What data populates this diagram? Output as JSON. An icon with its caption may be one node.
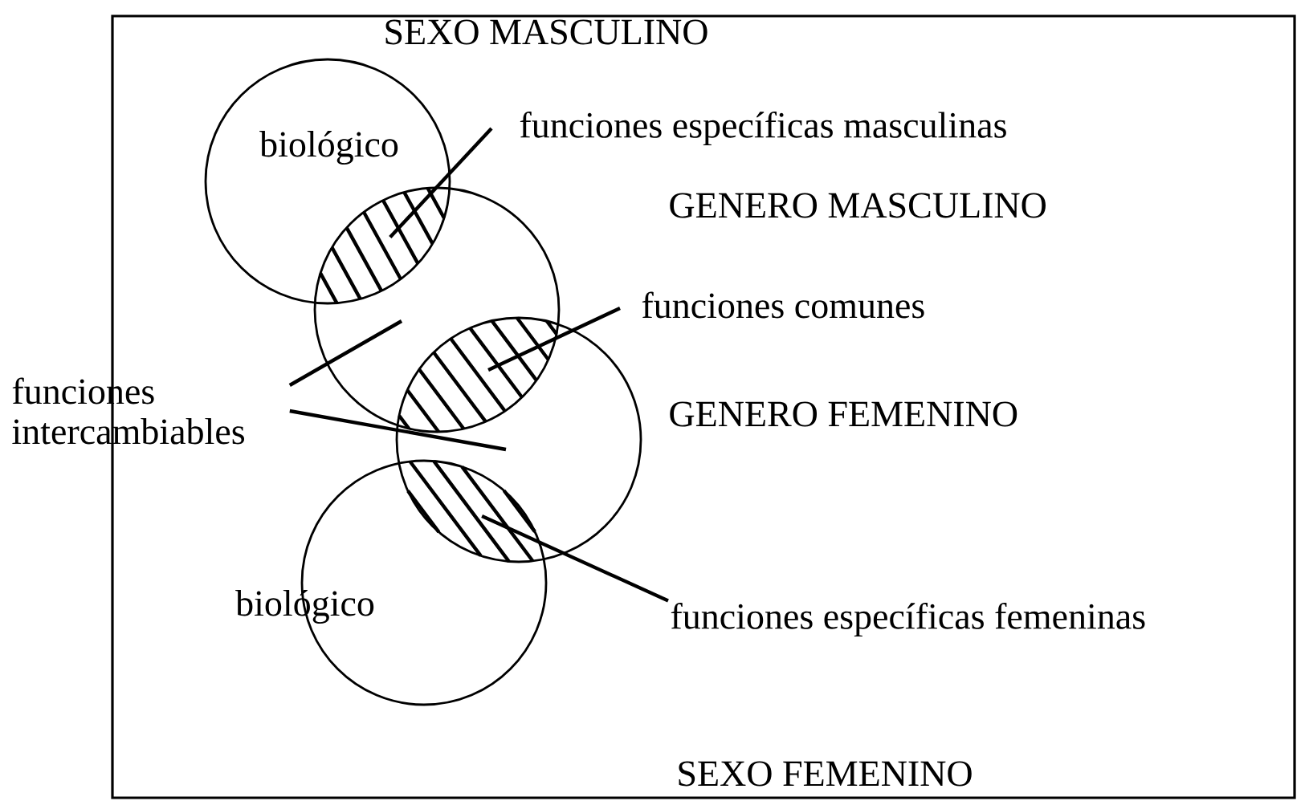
{
  "diagram": {
    "nodes": [
      {
        "text": [
          "biológico"
        ]
      },
      {
        "text": [],
        "shape": "circle"
      },
      {
        "text": [],
        "shape": "circle",
        "beside": [
          "GENERO FEMENINO"
        ]
      },
      {
        "text": [
          "biológico"
        ]
      },
      {
        "text": [
          "funciones específicas masculinas"
        ]
      },
      {
        "text": [
          "funciones comunes"
        ]
      },
      {
        "text": [
          "funciones intercambiables"
        ]
      },
      {
        "text": [
          "funciones específicas femeninas"
        ]
      },
      {
        "text": [],
        "shape": "lens"
      },
      {
        "text": [],
        "shape": "lens"
      },
      {
        "text": [],
        "shape": "lens"
      }
    ],
    "edges": [
      {
        "from": 4,
        "to": 8,
        "arrow": "none"
      },
      {
        "from": 5,
        "to": 9,
        "arrow": "none"
      },
      {
        "from": 6,
        "to": 1,
        "arrow": "none"
      },
      {
        "from": 6,
        "to": 2,
        "arrow": "none"
      },
      {
        "from": 7,
        "to": 10,
        "arrow": "none"
      }
    ],
    "labels": [
      "SEXO MASCULINO",
      "GENERO MASCULINO",
      "SEXO FEMENINO"
    ]
  }
}
